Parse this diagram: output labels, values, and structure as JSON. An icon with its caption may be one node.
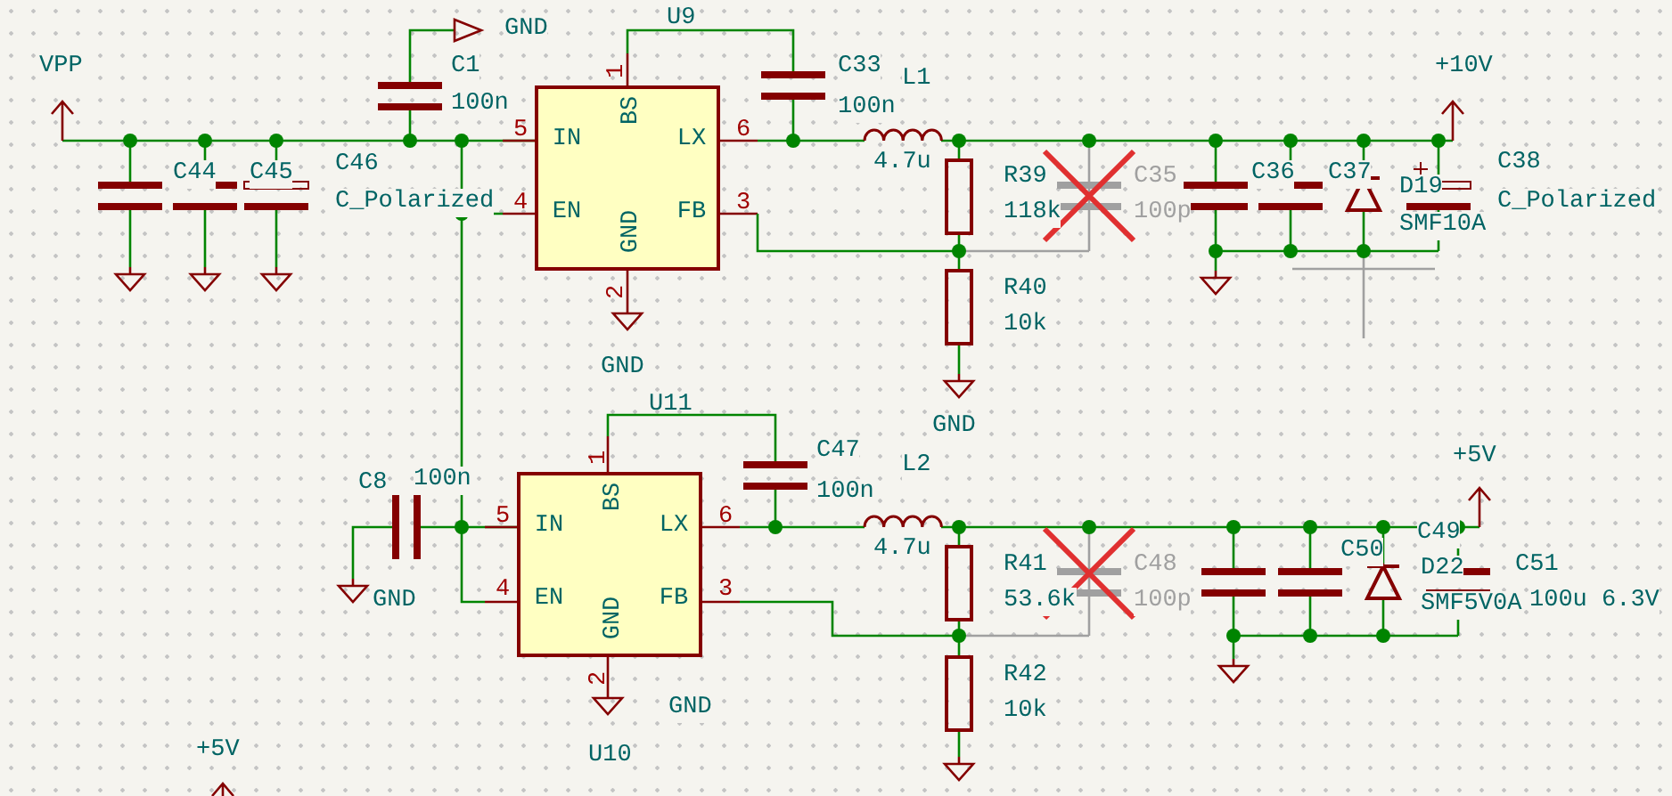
{
  "diagram": {
    "nodes": [
      {
        "text": [
          "IN",
          "BS",
          "LX",
          "EN",
          "GND",
          "FB"
        ],
        "beside": [
          "U9",
          "1",
          "5",
          "6",
          "4",
          "3",
          "2"
        ]
      },
      {
        "text": [
          "IN",
          "BS",
          "LX",
          "EN",
          "GND",
          "FB"
        ],
        "beside": [
          "U11",
          "1",
          "5",
          "6",
          "4",
          "3",
          "2"
        ]
      }
    ],
    "edges": [
      {
        "from": 0,
        "to": 1,
        "arrow": "none"
      }
    ],
    "labels": [
      "GND",
      "VPP",
      "C1",
      "100n",
      "C33",
      "+10V",
      "L1",
      "100n",
      "C44",
      "C45",
      "C46",
      "4.7u",
      "R39",
      "C35",
      "C36",
      "C37",
      "D19",
      "C38",
      "C_Polarized",
      "118k",
      "100p",
      "SMF10A",
      "C_Polarized",
      "R40",
      "10k",
      "GND",
      "GND",
      "C47",
      "+5V",
      "L2",
      "C8",
      "100n",
      "100n",
      "4.7u",
      "R41",
      "C48",
      "C50",
      "C49",
      "D22",
      "C51",
      "GND",
      "53.6k",
      "100p",
      "SMF5V0A",
      "100u 6.3V",
      "R42",
      "GND",
      "10k",
      "+5V",
      "U10"
    ]
  }
}
